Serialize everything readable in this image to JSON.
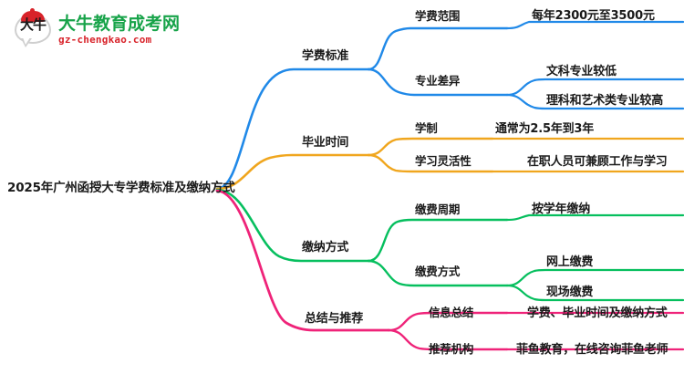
{
  "logo": {
    "mark_text": "大牛",
    "title": "大牛教育成考网",
    "domain": "gz-chengkao.com",
    "brand_green": "#17a349",
    "brand_red": "#d8232a"
  },
  "mindmap": {
    "root": {
      "label": "2025年广州函授大专学费标准及缴纳方式"
    },
    "colors": {
      "blue": "#2089e8",
      "orange": "#f0a61e",
      "green": "#06bf5e",
      "pink": "#ef2379"
    },
    "branches": [
      {
        "id": "tuition-standard",
        "label": "学费标准",
        "color": "#2089e8",
        "children": [
          {
            "id": "tuition-range",
            "label": "学费范围",
            "leaves": [
              {
                "id": "tuition-range-value",
                "label": "每年2300元至3500元"
              }
            ]
          },
          {
            "id": "major-difference",
            "label": "专业差异",
            "leaves": [
              {
                "id": "liberal-arts-lower",
                "label": "文科专业较低"
              },
              {
                "id": "science-arts-higher",
                "label": "理科和艺术类专业较高"
              }
            ]
          }
        ]
      },
      {
        "id": "graduation-time",
        "label": "毕业时间",
        "color": "#f0a61e",
        "children": [
          {
            "id": "schooling-system",
            "label": "学制",
            "leaves": [
              {
                "id": "schooling-duration",
                "label": "通常为2.5年到3年"
              }
            ]
          },
          {
            "id": "study-flexibility",
            "label": "学习灵活性",
            "leaves": [
              {
                "id": "work-study-balance",
                "label": "在职人员可兼顾工作与学习"
              }
            ]
          }
        ]
      },
      {
        "id": "payment-method",
        "label": "缴纳方式",
        "color": "#06bf5e",
        "children": [
          {
            "id": "payment-cycle",
            "label": "缴费周期",
            "leaves": [
              {
                "id": "pay-per-year",
                "label": "按学年缴纳"
              }
            ]
          },
          {
            "id": "payment-channel",
            "label": "缴费方式",
            "leaves": [
              {
                "id": "online-payment",
                "label": "网上缴费"
              },
              {
                "id": "onsite-payment",
                "label": "现场缴费"
              }
            ]
          }
        ]
      },
      {
        "id": "summary-recommend",
        "label": "总结与推荐",
        "color": "#ef2379",
        "children": [
          {
            "id": "info-summary",
            "label": "信息总结",
            "leaves": [
              {
                "id": "summary-value",
                "label": "学费、毕业时间及缴纳方式"
              }
            ]
          },
          {
            "id": "recommended-org",
            "label": "推荐机构",
            "leaves": [
              {
                "id": "recommended-org-value",
                "label": "菲鱼教育，在线咨询菲鱼老师"
              }
            ]
          }
        ]
      }
    ]
  }
}
